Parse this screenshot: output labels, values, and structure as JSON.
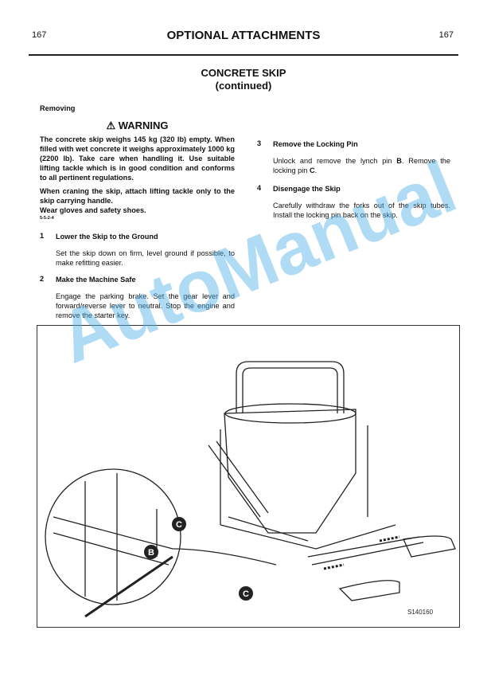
{
  "header": {
    "page_left": "167",
    "page_right": "167",
    "title": "OPTIONAL ATTACHMENTS"
  },
  "section": {
    "title": "CONCRETE SKIP",
    "subtitle": "(continued)"
  },
  "removing": "Removing",
  "warning": {
    "label": "WARNING",
    "p1": "The concrete skip weighs 145 kg (320 lb) empty. When filled with wet concrete it weighs approximately 1000 kg (2200 lb). Take care when handling it. Use suitable lifting tackle which is in good condition and conforms to all pertinent regulations.",
    "p2": "When craning the skip, attach lifting tackle only to the skip carrying handle.",
    "p3": "Wear gloves and safety shoes.",
    "code": "5-5-2-4"
  },
  "steps": [
    {
      "num": "1",
      "title": "Lower the Skip to the Ground",
      "text": "Set the skip down on firm, level ground if possible, to make refitting easier."
    },
    {
      "num": "2",
      "title": "Make the Machine Safe",
      "text": "Engage the parking brake. Set the gear lever and forward/reverse lever to neutral. Stop the engine and remove the starter key."
    },
    {
      "num": "3",
      "title": "Remove the Locking Pin",
      "text_a": "Unlock and remove the lynch pin ",
      "bold_a": "B",
      "text_b": ". Remove the locking pin ",
      "bold_b": "C",
      "text_c": "."
    },
    {
      "num": "4",
      "title": "Disengage the Skip",
      "text": "Carefully withdraw the forks out of the skip tubes. Install the locking pin back on the skip."
    }
  ],
  "figure": {
    "labels": [
      "C",
      "B",
      "C"
    ],
    "ref": "S140160"
  },
  "watermark": "AutoManual"
}
